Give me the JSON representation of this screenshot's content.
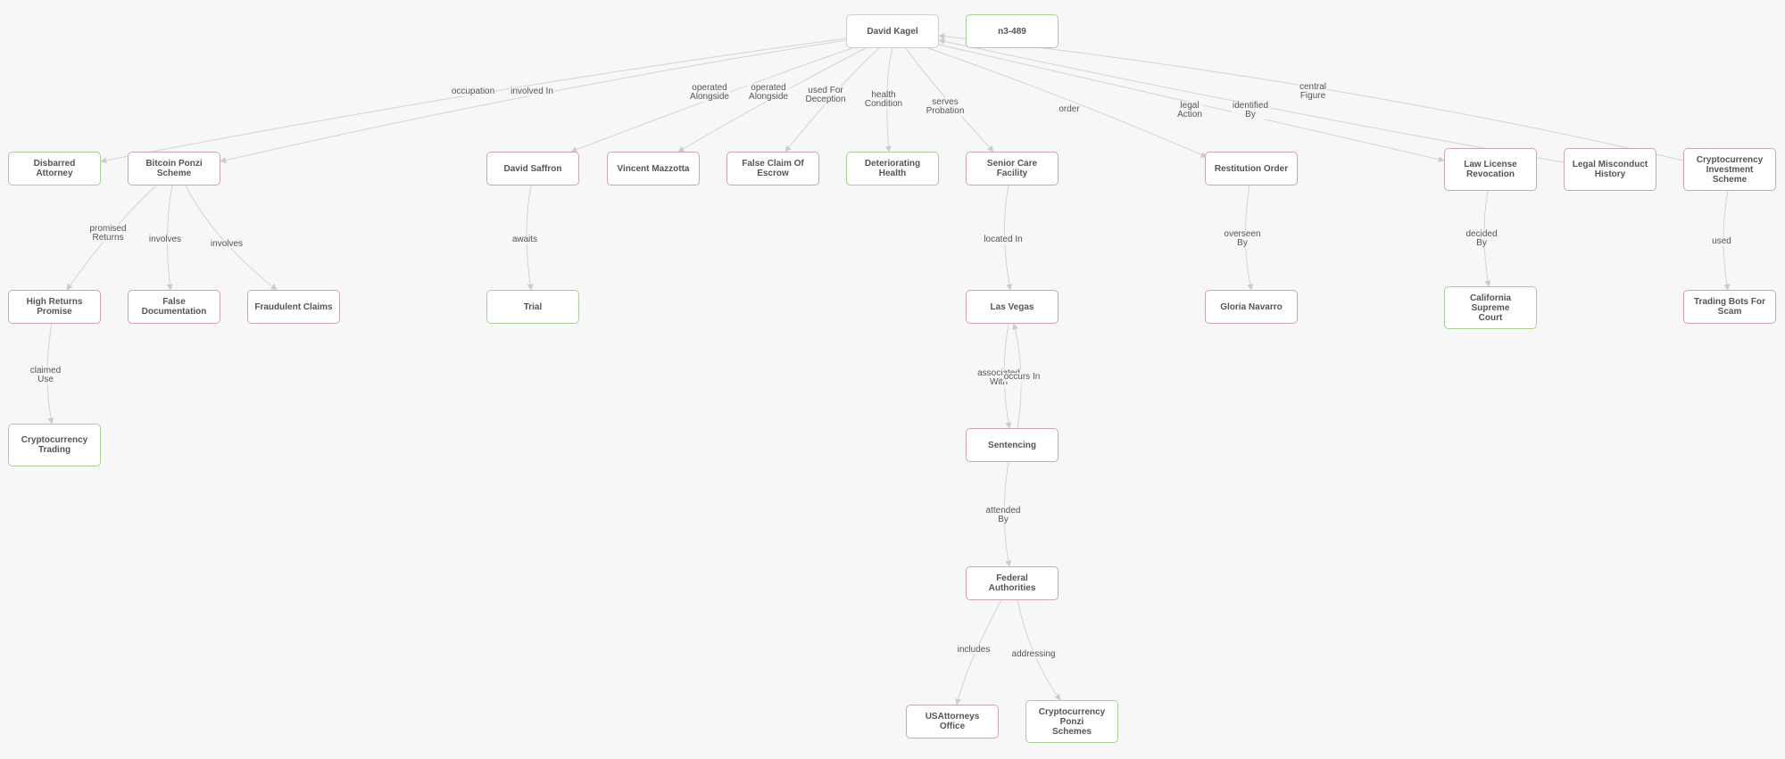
{
  "colors": {
    "background": "#f7f7f7",
    "node_fill": "#ffffff",
    "node_border_default": "#cfcfcf",
    "node_border_red": "#d0a4ae",
    "node_border_green": "#a9cf96",
    "edge": "#d3d3d3",
    "text": "#555555"
  },
  "nodes": [
    {
      "id": "n0",
      "label": "David Kagel",
      "tone": "default"
    },
    {
      "id": "n1",
      "label": "n3-489",
      "tone": "green"
    },
    {
      "id": "n2",
      "label": "Disbarred Attorney",
      "tone": "green"
    },
    {
      "id": "n3",
      "label": "Bitcoin Ponzi Scheme",
      "tone": "red"
    },
    {
      "id": "n4",
      "label": "David Saffron",
      "tone": "red"
    },
    {
      "id": "n5",
      "label": "Vincent Mazzotta",
      "tone": "red"
    },
    {
      "id": "n6",
      "label": "False Claim Of Escrow",
      "tone": "red"
    },
    {
      "id": "n7",
      "label": "Deteriorating Health",
      "tone": "green"
    },
    {
      "id": "n8",
      "label": "Senior Care Facility",
      "tone": "red"
    },
    {
      "id": "n9",
      "label": "Restitution Order",
      "tone": "red"
    },
    {
      "id": "n10",
      "label": "Law License\nRevocation",
      "tone": "red"
    },
    {
      "id": "n11",
      "label": "Legal Misconduct\nHistory",
      "tone": "red"
    },
    {
      "id": "n12",
      "label": "Cryptocurrency\nInvestment Scheme",
      "tone": "red"
    },
    {
      "id": "n13",
      "label": "High Returns Promise",
      "tone": "red"
    },
    {
      "id": "n14",
      "label": "False Documentation",
      "tone": "red"
    },
    {
      "id": "n15",
      "label": "Fraudulent Claims",
      "tone": "red"
    },
    {
      "id": "n16",
      "label": "Trial",
      "tone": "green"
    },
    {
      "id": "n17",
      "label": "Las Vegas",
      "tone": "red"
    },
    {
      "id": "n18",
      "label": "Gloria Navarro",
      "tone": "red"
    },
    {
      "id": "n19",
      "label": "California Supreme\nCourt",
      "tone": "green"
    },
    {
      "id": "n20",
      "label": "Trading Bots For Scam",
      "tone": "red"
    },
    {
      "id": "n21",
      "label": "Cryptocurrency\nTrading",
      "tone": "green"
    },
    {
      "id": "n22",
      "label": "Sentencing",
      "tone": "red"
    },
    {
      "id": "n23",
      "label": "Federal Authorities",
      "tone": "red"
    },
    {
      "id": "n24",
      "label": "USAttorneys Office",
      "tone": "red"
    },
    {
      "id": "n25",
      "label": "Cryptocurrency Ponzi\nSchemes",
      "tone": "green"
    }
  ],
  "edges": [
    {
      "from": "n0",
      "to": "n2",
      "label": "occupation"
    },
    {
      "from": "n0",
      "to": "n3",
      "label": "involved In"
    },
    {
      "from": "n0",
      "to": "n4",
      "label": "operated\nAlongside"
    },
    {
      "from": "n0",
      "to": "n5",
      "label": "operated\nAlongside"
    },
    {
      "from": "n0",
      "to": "n6",
      "label": "used For\nDeception"
    },
    {
      "from": "n0",
      "to": "n7",
      "label": "health\nCondition"
    },
    {
      "from": "n0",
      "to": "n8",
      "label": "serves\nProbation"
    },
    {
      "from": "n0",
      "to": "n9",
      "label": "order"
    },
    {
      "from": "n0",
      "to": "n10",
      "label": "legal\nAction"
    },
    {
      "from": "n11",
      "to": "n0",
      "label": "identified\nBy"
    },
    {
      "from": "n12",
      "to": "n0",
      "label": "central\nFigure"
    },
    {
      "from": "n3",
      "to": "n13",
      "label": "promised\nReturns"
    },
    {
      "from": "n3",
      "to": "n14",
      "label": "involves"
    },
    {
      "from": "n3",
      "to": "n15",
      "label": "involves"
    },
    {
      "from": "n4",
      "to": "n16",
      "label": "awaits"
    },
    {
      "from": "n8",
      "to": "n17",
      "label": "located In"
    },
    {
      "from": "n9",
      "to": "n18",
      "label": "overseen\nBy"
    },
    {
      "from": "n10",
      "to": "n19",
      "label": "decided\nBy"
    },
    {
      "from": "n12",
      "to": "n20",
      "label": "used"
    },
    {
      "from": "n13",
      "to": "n21",
      "label": "claimed\nUse"
    },
    {
      "from": "n17",
      "to": "n22",
      "label": "associated\nWith"
    },
    {
      "from": "n22",
      "to": "n17",
      "label": "occurs In"
    },
    {
      "from": "n22",
      "to": "n23",
      "label": "attended\nBy"
    },
    {
      "from": "n23",
      "to": "n24",
      "label": "includes"
    },
    {
      "from": "n23",
      "to": "n25",
      "label": "addressing"
    }
  ]
}
